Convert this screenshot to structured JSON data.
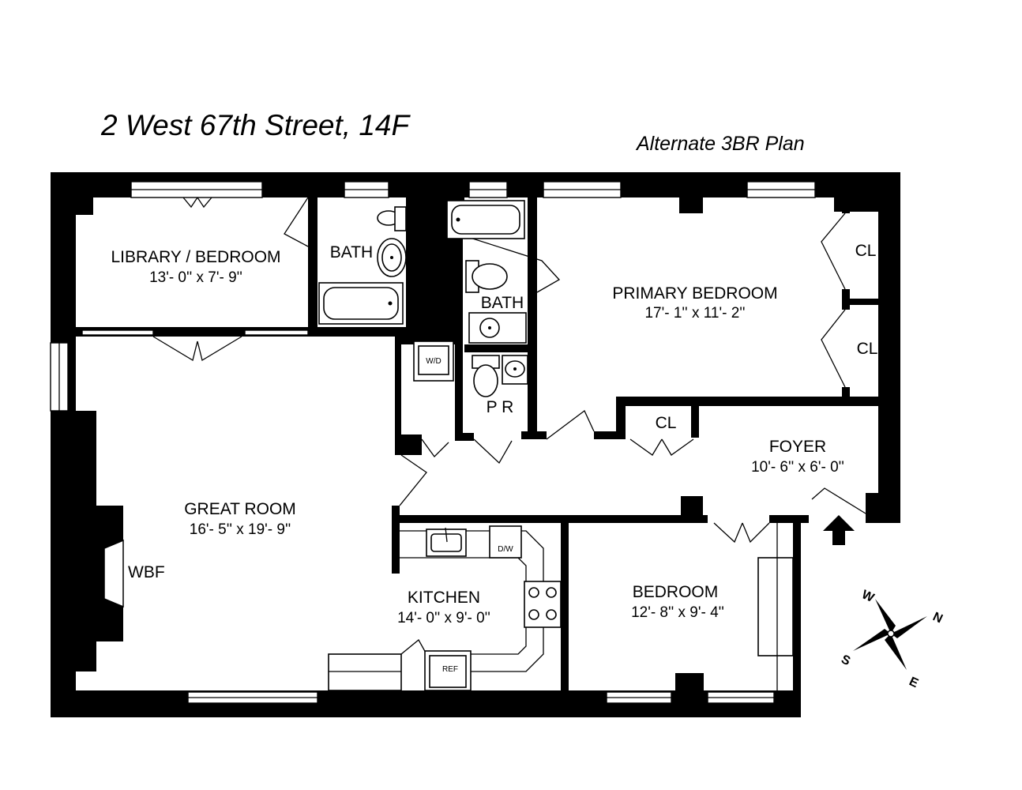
{
  "header": {
    "title": "2 West 67th Street, 14F",
    "subtitle": "Alternate 3BR Plan"
  },
  "rooms": {
    "library": {
      "name": "LIBRARY / BEDROOM",
      "dims": "13'- 0'' x 7'- 9''"
    },
    "bath1": {
      "name": "BATH"
    },
    "bath2": {
      "name": "BATH"
    },
    "primary": {
      "name": "PRIMARY BEDROOM",
      "dims": "17'- 1'' x 11'- 2''"
    },
    "closet1": {
      "name": "CL"
    },
    "closet2": {
      "name": "CL"
    },
    "closet3": {
      "name": "CL"
    },
    "powder": {
      "name": "P R"
    },
    "foyer": {
      "name": "FOYER",
      "dims": "10'- 6'' x 6'- 0''"
    },
    "great": {
      "name": "GREAT ROOM",
      "dims": "16'- 5'' x 19'- 9''"
    },
    "kitchen": {
      "name": "KITCHEN",
      "dims": "14'- 0'' x 9'- 0''"
    },
    "bedroom": {
      "name": "BEDROOM",
      "dims": "12'- 8'' x 9'- 4''"
    }
  },
  "labels": {
    "washer_dryer": "W/D",
    "dishwasher": "D/W",
    "refrigerator": "REF",
    "fireplace": "WBF"
  },
  "compass": {
    "n": "N",
    "s": "S",
    "e": "E",
    "w": "W"
  },
  "colors": {
    "wall": "#000000",
    "background": "#ffffff"
  }
}
